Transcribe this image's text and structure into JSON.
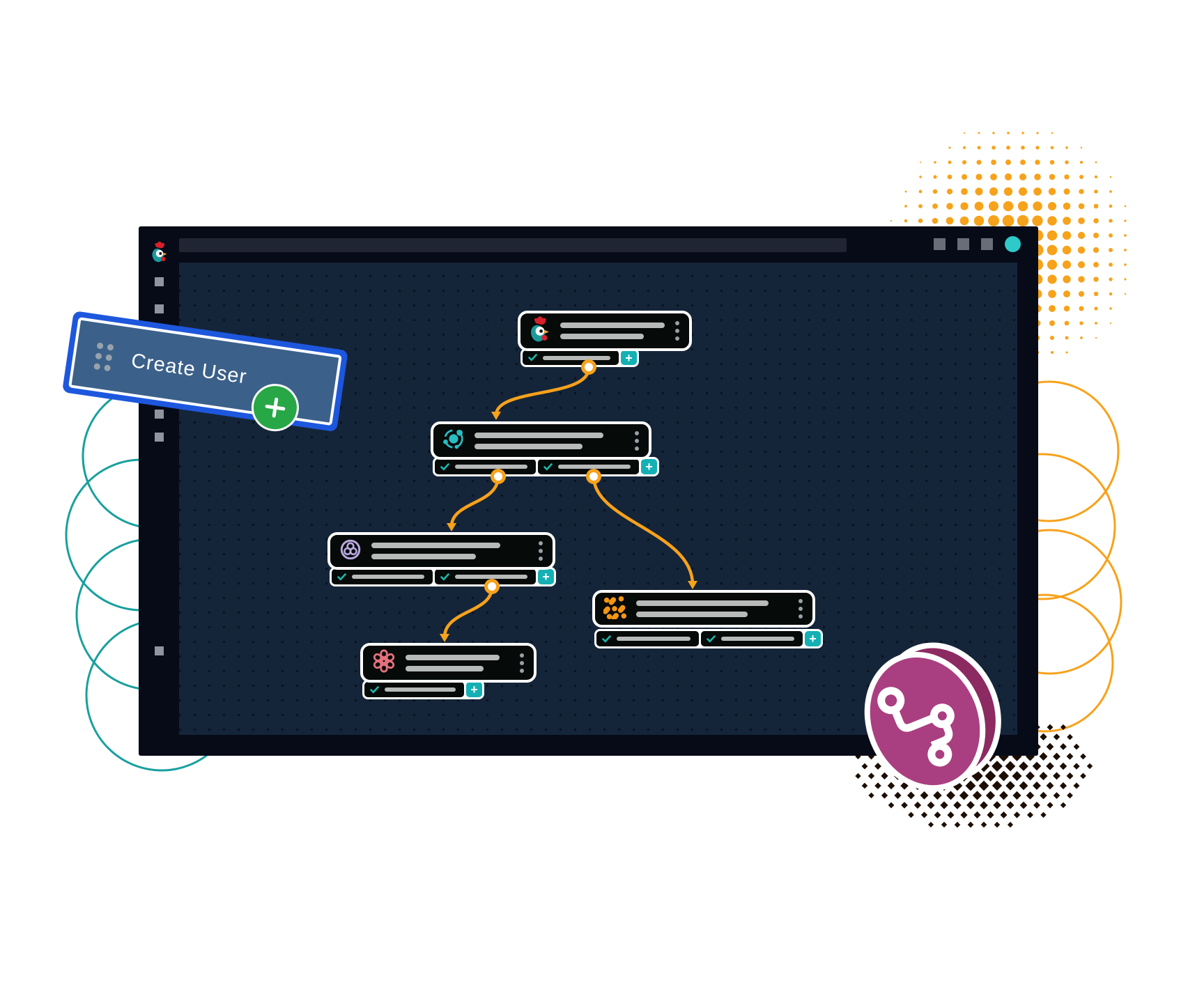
{
  "colors": {
    "accent_orange": "#f7a21b",
    "accent_teal": "#17a09e",
    "node_icon_teal": "#28bcc3",
    "node_icon_lavender": "#b7a8dd",
    "node_icon_orange": "#f59514",
    "node_icon_pink": "#e4717c",
    "rooster_red": "#d6202c",
    "rooster_teal": "#1b9a9b",
    "check_teal": "#1cb8ad",
    "plus_button_teal": "#14b0b4",
    "card_border_blue": "#1d57dd",
    "card_fill_blue": "#3b618a",
    "green_button": "#27a746",
    "magenta": "#a93f80",
    "magenta_dark": "#8c2a62",
    "halftone_dark": "#1c0e03",
    "window_bg": "#070b17",
    "canvas_bg": "#152539",
    "node_bg": "#060a09"
  },
  "window": {
    "logo_icon": "rooster-logo",
    "controls": {
      "square_buttons": 3,
      "accent_button_color": "#2ec9c9"
    },
    "sidebar_item_count": 5
  },
  "create_user_card": {
    "label": "Create User",
    "handle_icon": "drag-handle-dots",
    "add_button_icon": "plus",
    "add_button_color": "#27a746"
  },
  "workflow": {
    "nodes": [
      {
        "icon": "rooster-icon",
        "placeholder_lines": 2,
        "status_sections": 1,
        "has_add_button": true,
        "has_menu": true,
        "output_dots": 1
      },
      {
        "icon": "orbit-dots-icon",
        "placeholder_lines": 2,
        "status_sections": 2,
        "has_add_button": true,
        "has_menu": true,
        "output_dots": 2
      },
      {
        "icon": "swirl-ring-icon",
        "placeholder_lines": 2,
        "status_sections": 2,
        "has_add_button": true,
        "has_menu": true,
        "output_dots": 1
      },
      {
        "icon": "orange-wave-dots-icon",
        "placeholder_lines": 2,
        "status_sections": 2,
        "has_add_button": true,
        "has_menu": true,
        "output_dots": 0
      },
      {
        "icon": "pink-knot-icon",
        "placeholder_lines": 2,
        "status_sections": 1,
        "has_add_button": true,
        "has_menu": true,
        "output_dots": 0
      }
    ],
    "connections": [
      {
        "from": 1,
        "to": 2
      },
      {
        "from": 2,
        "to": 3
      },
      {
        "from": 2,
        "to": 4
      },
      {
        "from": 3,
        "to": 5
      }
    ]
  },
  "decor": {
    "shapes": [
      "orange-halftone-dots",
      "teal-rings",
      "orange-rings",
      "dark-diamond-halftone",
      "magenta-disc-share-icon"
    ]
  }
}
